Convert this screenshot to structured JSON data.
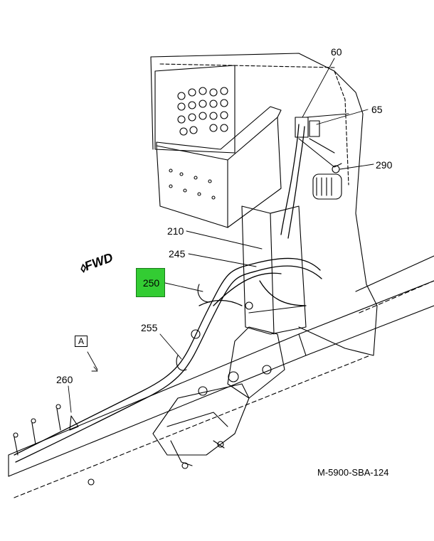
{
  "callouts": {
    "c60": "60",
    "c65": "65",
    "c290": "290",
    "c210": "210",
    "c245": "245",
    "c250": "250",
    "c255": "255",
    "c260": "260"
  },
  "view_label": "A",
  "direction_label": "FWD",
  "drawing_number": "M-5900-SBA-124",
  "colors": {
    "highlight": "#33cc33",
    "line": "#000000",
    "background": "#ffffff"
  }
}
